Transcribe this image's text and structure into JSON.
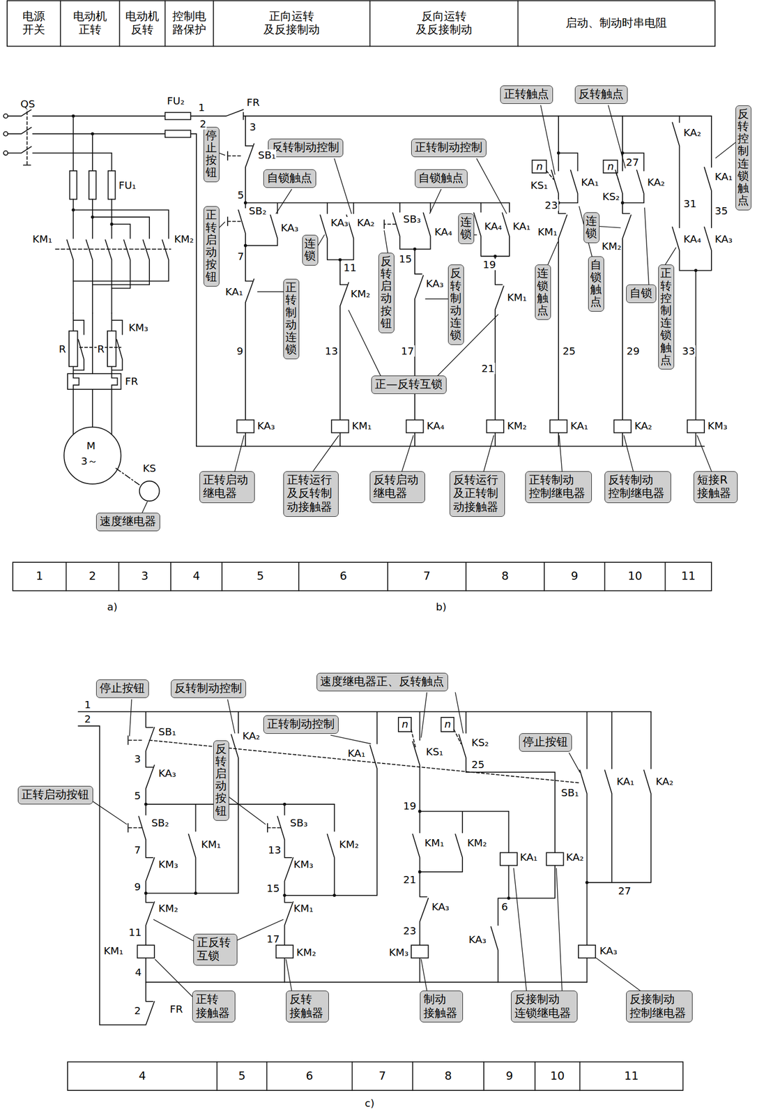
{
  "diagram": {
    "nodes": [
      {
        "text": [
          "停止按钮"
        ]
      },
      {
        "text": [
          "反转制动控制"
        ]
      },
      {
        "text": [
          "自锁触点"
        ]
      },
      {
        "text": [
          "正转启动按钮"
        ]
      },
      {
        "text": [
          "连锁"
        ]
      },
      {
        "text": [
          "正转制动控制"
        ]
      },
      {
        "text": [
          "自锁触点"
        ]
      },
      {
        "text": [
          "连锁"
        ]
      },
      {
        "text": [
          "反转启动按钮"
        ]
      },
      {
        "text": [
          "反转制动连锁"
        ]
      },
      {
        "text": [
          "正转制动连锁"
        ]
      },
      {
        "text": [
          "正—反转互锁"
        ]
      },
      {
        "text": [
          "正转触点"
        ]
      },
      {
        "text": [
          "反转触点"
        ]
      },
      {
        "text": [
          "正转控制连锁触点"
        ]
      },
      {
        "text": [
          "反转控制连锁触点"
        ]
      },
      {
        "text": [
          "连锁触点"
        ]
      },
      {
        "text": [
          "连锁"
        ]
      },
      {
        "text": [
          "自锁触点"
        ]
      },
      {
        "text": [
          "自锁"
        ]
      },
      {
        "text": [
          "正转启动 继电器"
        ]
      },
      {
        "text": [
          "正转运行 及反转制 动接触器"
        ]
      },
      {
        "text": [
          "反转启动 继电器"
        ]
      },
      {
        "text": [
          "反转运行 及正转制 动接触器"
        ]
      },
      {
        "text": [
          "正转制动 控制继电器"
        ]
      },
      {
        "text": [
          "反转制动 控制继电器"
        ]
      },
      {
        "text": [
          "短接R 接触器"
        ]
      },
      {
        "text": [
          "速度继电器"
        ]
      },
      {
        "text": [
          "停止按钮"
        ]
      },
      {
        "text": [
          "反转制动控制"
        ]
      },
      {
        "text": [
          "速度继电器正、反转触点"
        ]
      },
      {
        "text": [
          "正转制动控制"
        ]
      },
      {
        "text": [
          "反转启动按钮"
        ]
      },
      {
        "text": [
          "正转启动按钮"
        ]
      },
      {
        "text": [
          "停止按钮"
        ]
      },
      {
        "text": [
          "正反转 互锁"
        ]
      },
      {
        "text": [
          "正转 接触器"
        ]
      },
      {
        "text": [
          "反转 接触器"
        ]
      },
      {
        "text": [
          "制动 接触器"
        ]
      },
      {
        "text": [
          "反接制动 连锁继电器"
        ]
      },
      {
        "text": [
          "反接制动 控制继电器"
        ]
      }
    ],
    "labels": [
      "电源 开关",
      "电动机 正转",
      "电动机 反转",
      "控制电 路保护",
      "正向运转 及反接制动",
      "反向运转 及反接制动",
      "启动、制动时串电阻",
      "1",
      "2",
      "3",
      "4",
      "5",
      "6",
      "7",
      "8",
      "9",
      "10",
      "11",
      "4",
      "5",
      "6",
      "7",
      "8",
      "9",
      "10",
      "11",
      "a)",
      "b)",
      "c)",
      "QS",
      "FU₂",
      "1",
      "2",
      "FR",
      "3",
      "FU₁",
      "KM₁",
      "KM₂",
      "KM₃",
      "R",
      "R",
      "FR",
      "M",
      "3～",
      "KS",
      "SB₁",
      "5",
      "SB₂",
      "KA₃",
      "7",
      "KA₁",
      "9",
      "KA₃",
      "KA₂",
      "11",
      "KM₂",
      "13",
      "SB₃",
      "15",
      "KA₄",
      "KA₃",
      "17",
      "19",
      "KA₄",
      "KA₁",
      "KM₁",
      "21",
      "n",
      "KS₁",
      "23",
      "KM₁",
      "KA₁",
      "25",
      "n",
      "KS₂",
      "27",
      "KM₂",
      "KA₂",
      "29",
      "KA₂",
      "31",
      "KA₄",
      "33",
      "KA₁",
      "35",
      "KA₃",
      "KA₃",
      "KM₁",
      "KA₄",
      "KM₂",
      "KA₁",
      "KA₂",
      "KM₃",
      "1",
      "2",
      "SB₁",
      "3",
      "KA₃",
      "5",
      "SB₂",
      "7",
      "KM₁",
      "KM₃",
      "9",
      "KM₂",
      "11",
      "KM₁",
      "4",
      "2",
      "FR",
      "KA₂",
      "SB₃",
      "13",
      "KM₂",
      "KM₃",
      "15",
      "KM₁",
      "17",
      "KM₂",
      "KA₁",
      "n",
      "KS₁",
      "n",
      "KS₂",
      "25",
      "19",
      "KM₁",
      "KM₂",
      "21",
      "KA₃",
      "23",
      "KM₃",
      "KA₁",
      "KA₂",
      "6",
      "KA₃",
      "SB₁",
      "KA₁",
      "KA₂",
      "27",
      "KA₃"
    ]
  }
}
